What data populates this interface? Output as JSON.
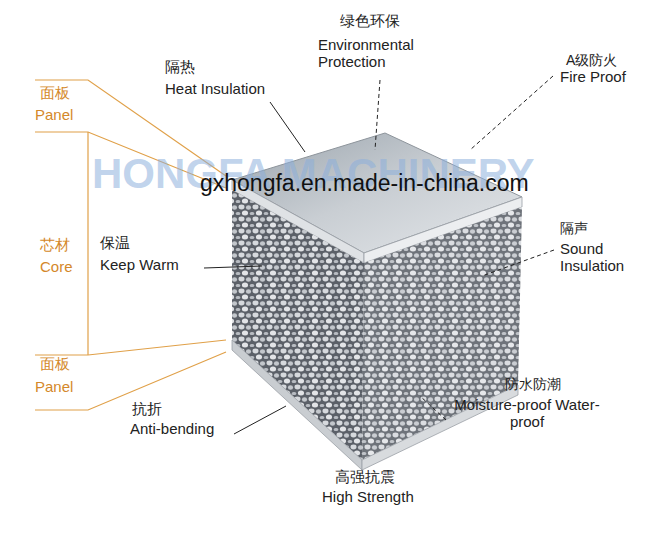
{
  "diagram": {
    "labels": [
      "绿色环保",
      "Environmental Protection",
      "隔热",
      "Heat Insulation",
      "A级防火",
      "Fire Proof",
      "面板",
      "Panel",
      "HONGFA MACHINERY",
      "gxhongfa.en.made-in-china.com",
      "芯材",
      "Core",
      "保温",
      "Keep Warm",
      "隔声",
      "Sound Insulation",
      "面板",
      "Panel",
      "防水防潮",
      "Moisture-proof Water-proof",
      "抗折",
      "Anti-bending",
      "高强抗震",
      "High Strength"
    ]
  }
}
